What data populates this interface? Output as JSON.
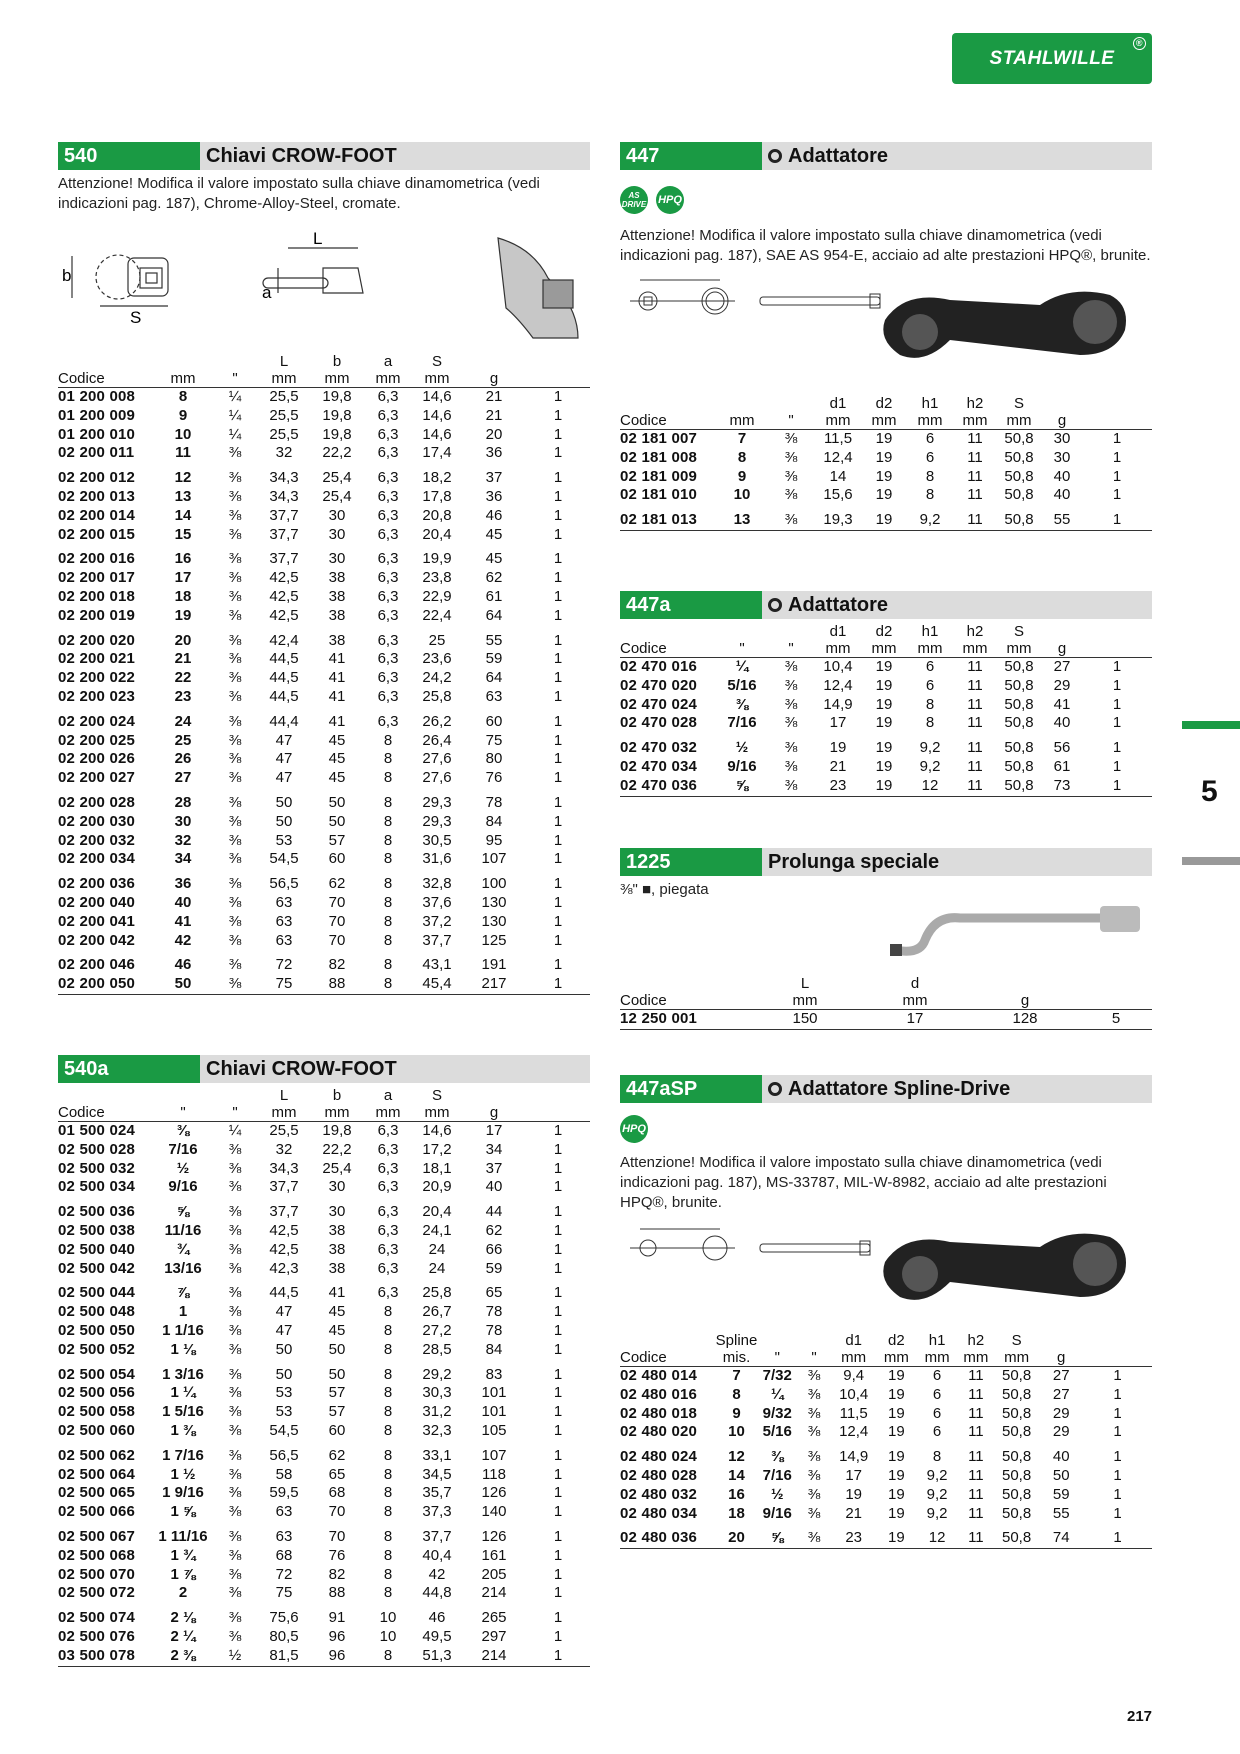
{
  "brand": "STAHLWILLE",
  "tab": "5",
  "page_number": "217",
  "s540": {
    "num": "540",
    "title": "Chiavi CROW-FOOT",
    "desc": "Attenzione! Modifica il valore impostato sulla chiave dinamometrica (vedi indicazioni pag. 187), Chrome-Alloy-Steel, cromate.",
    "diagram_labels": {
      "b": "b",
      "s": "S",
      "l": "L",
      "a": "a"
    },
    "head1": [
      "",
      "",
      "",
      "L",
      "b",
      "a",
      "S",
      "",
      ""
    ],
    "head2": [
      "Codice",
      "mm",
      "\"",
      "mm",
      "mm",
      "mm",
      "mm",
      "g",
      ""
    ],
    "rows": [
      [
        "01200008",
        "8",
        "¼",
        "25,5",
        "19,8",
        "6,3",
        "14,6",
        "21",
        "1"
      ],
      [
        "01200009",
        "9",
        "¼",
        "25,5",
        "19,8",
        "6,3",
        "14,6",
        "21",
        "1"
      ],
      [
        "01200010",
        "10",
        "¼",
        "25,5",
        "19,8",
        "6,3",
        "14,6",
        "20",
        "1"
      ],
      [
        "02200011",
        "11",
        "⅜",
        "32",
        "22,2",
        "6,3",
        "17,4",
        "36",
        "1"
      ],
      [
        "02200012",
        "12",
        "⅜",
        "34,3",
        "25,4",
        "6,3",
        "18,2",
        "37",
        "1"
      ],
      [
        "02200013",
        "13",
        "⅜",
        "34,3",
        "25,4",
        "6,3",
        "17,8",
        "36",
        "1"
      ],
      [
        "02200014",
        "14",
        "⅜",
        "37,7",
        "30",
        "6,3",
        "20,8",
        "46",
        "1"
      ],
      [
        "02200015",
        "15",
        "⅜",
        "37,7",
        "30",
        "6,3",
        "20,4",
        "45",
        "1"
      ],
      [
        "02200016",
        "16",
        "⅜",
        "37,7",
        "30",
        "6,3",
        "19,9",
        "45",
        "1"
      ],
      [
        "02200017",
        "17",
        "⅜",
        "42,5",
        "38",
        "6,3",
        "23,8",
        "62",
        "1"
      ],
      [
        "02200018",
        "18",
        "⅜",
        "42,5",
        "38",
        "6,3",
        "22,9",
        "61",
        "1"
      ],
      [
        "02200019",
        "19",
        "⅜",
        "42,5",
        "38",
        "6,3",
        "22,4",
        "64",
        "1"
      ],
      [
        "02200020",
        "20",
        "⅜",
        "42,4",
        "38",
        "6,3",
        "25",
        "55",
        "1"
      ],
      [
        "02200021",
        "21",
        "⅜",
        "44,5",
        "41",
        "6,3",
        "23,6",
        "59",
        "1"
      ],
      [
        "02200022",
        "22",
        "⅜",
        "44,5",
        "41",
        "6,3",
        "24,2",
        "64",
        "1"
      ],
      [
        "02200023",
        "23",
        "⅜",
        "44,5",
        "41",
        "6,3",
        "25,8",
        "63",
        "1"
      ],
      [
        "02200024",
        "24",
        "⅜",
        "44,4",
        "41",
        "6,3",
        "26,2",
        "60",
        "1"
      ],
      [
        "02200025",
        "25",
        "⅜",
        "47",
        "45",
        "8",
        "26,4",
        "75",
        "1"
      ],
      [
        "02200026",
        "26",
        "⅜",
        "47",
        "45",
        "8",
        "27,6",
        "80",
        "1"
      ],
      [
        "02200027",
        "27",
        "⅜",
        "47",
        "45",
        "8",
        "27,6",
        "76",
        "1"
      ],
      [
        "02200028",
        "28",
        "⅜",
        "50",
        "50",
        "8",
        "29,3",
        "78",
        "1"
      ],
      [
        "02200030",
        "30",
        "⅜",
        "50",
        "50",
        "8",
        "29,3",
        "84",
        "1"
      ],
      [
        "02200032",
        "32",
        "⅜",
        "53",
        "57",
        "8",
        "30,5",
        "95",
        "1"
      ],
      [
        "02200034",
        "34",
        "⅜",
        "54,5",
        "60",
        "8",
        "31,6",
        "107",
        "1"
      ],
      [
        "02200036",
        "36",
        "⅜",
        "56,5",
        "62",
        "8",
        "32,8",
        "100",
        "1"
      ],
      [
        "02200040",
        "40",
        "⅜",
        "63",
        "70",
        "8",
        "37,6",
        "130",
        "1"
      ],
      [
        "02200041",
        "41",
        "⅜",
        "63",
        "70",
        "8",
        "37,2",
        "130",
        "1"
      ],
      [
        "02200042",
        "42",
        "⅜",
        "63",
        "70",
        "8",
        "37,7",
        "125",
        "1"
      ],
      [
        "02200046",
        "46",
        "⅜",
        "72",
        "82",
        "8",
        "43,1",
        "191",
        "1"
      ],
      [
        "02200050",
        "50",
        "⅜",
        "75",
        "88",
        "8",
        "45,4",
        "217",
        "1"
      ]
    ]
  },
  "s540a": {
    "num": "540a",
    "title": "Chiavi CROW-FOOT",
    "head1": [
      "",
      "",
      "",
      "L",
      "b",
      "a",
      "S",
      "",
      ""
    ],
    "head2": [
      "Codice",
      "\"",
      "\"",
      "mm",
      "mm",
      "mm",
      "mm",
      "g",
      ""
    ],
    "rows": [
      [
        "01500024",
        "⅜",
        "¼",
        "25,5",
        "19,8",
        "6,3",
        "14,6",
        "17",
        "1"
      ],
      [
        "02500028",
        "7/16",
        "⅜",
        "32",
        "22,2",
        "6,3",
        "17,2",
        "34",
        "1"
      ],
      [
        "02500032",
        "½",
        "⅜",
        "34,3",
        "25,4",
        "6,3",
        "18,1",
        "37",
        "1"
      ],
      [
        "02500034",
        "9/16",
        "⅜",
        "37,7",
        "30",
        "6,3",
        "20,9",
        "40",
        "1"
      ],
      [
        "02500036",
        "⅝",
        "⅜",
        "37,7",
        "30",
        "6,3",
        "20,4",
        "44",
        "1"
      ],
      [
        "02500038",
        "11/16",
        "⅜",
        "42,5",
        "38",
        "6,3",
        "24,1",
        "62",
        "1"
      ],
      [
        "02500040",
        "¾",
        "⅜",
        "42,5",
        "38",
        "6,3",
        "24",
        "66",
        "1"
      ],
      [
        "02500042",
        "13/16",
        "⅜",
        "42,3",
        "38",
        "6,3",
        "24",
        "59",
        "1"
      ],
      [
        "02500044",
        "⅞",
        "⅜",
        "44,5",
        "41",
        "6,3",
        "25,8",
        "65",
        "1"
      ],
      [
        "02500048",
        "1",
        "⅜",
        "47",
        "45",
        "8",
        "26,7",
        "78",
        "1"
      ],
      [
        "02500050",
        "1 1/16",
        "⅜",
        "47",
        "45",
        "8",
        "27,2",
        "78",
        "1"
      ],
      [
        "02500052",
        "1 ⅛",
        "⅜",
        "50",
        "50",
        "8",
        "28,5",
        "84",
        "1"
      ],
      [
        "02500054",
        "1 3/16",
        "⅜",
        "50",
        "50",
        "8",
        "29,2",
        "83",
        "1"
      ],
      [
        "02500056",
        "1 ¼",
        "⅜",
        "53",
        "57",
        "8",
        "30,3",
        "101",
        "1"
      ],
      [
        "02500058",
        "1 5/16",
        "⅜",
        "53",
        "57",
        "8",
        "31,2",
        "101",
        "1"
      ],
      [
        "02500060",
        "1 ⅜",
        "⅜",
        "54,5",
        "60",
        "8",
        "32,3",
        "105",
        "1"
      ],
      [
        "02500062",
        "1 7/16",
        "⅜",
        "56,5",
        "62",
        "8",
        "33,1",
        "107",
        "1"
      ],
      [
        "02500064",
        "1 ½",
        "⅜",
        "58",
        "65",
        "8",
        "34,5",
        "118",
        "1"
      ],
      [
        "02500065",
        "1 9/16",
        "⅜",
        "59,5",
        "68",
        "8",
        "35,7",
        "126",
        "1"
      ],
      [
        "02500066",
        "1 ⅝",
        "⅜",
        "63",
        "70",
        "8",
        "37,3",
        "140",
        "1"
      ],
      [
        "02500067",
        "1 11/16",
        "⅜",
        "63",
        "70",
        "8",
        "37,7",
        "126",
        "1"
      ],
      [
        "02500068",
        "1 ¾",
        "⅜",
        "68",
        "76",
        "8",
        "40,4",
        "161",
        "1"
      ],
      [
        "02500070",
        "1 ⅞",
        "⅜",
        "72",
        "82",
        "8",
        "42",
        "205",
        "1"
      ],
      [
        "02500072",
        "2",
        "⅜",
        "75",
        "88",
        "8",
        "44,8",
        "214",
        "1"
      ],
      [
        "02500074",
        "2 ⅛",
        "⅜",
        "75,6",
        "91",
        "10",
        "46",
        "265",
        "1"
      ],
      [
        "02500076",
        "2 ¼",
        "⅜",
        "80,5",
        "96",
        "10",
        "49,5",
        "297",
        "1"
      ],
      [
        "03500078",
        "2 ⅜",
        "½",
        "81,5",
        "96",
        "8",
        "51,3",
        "214",
        "1"
      ]
    ]
  },
  "s447": {
    "num": "447",
    "title": "Adattatore",
    "badges": [
      "AS DRIVE",
      "HPQ"
    ],
    "desc": "Attenzione! Modifica il valore impostato sulla chiave dinamometrica (vedi indicazioni pag. 187), SAE AS 954-E, acciaio ad alte prestazioni HPQ®, brunite.",
    "head1": [
      "",
      "",
      "",
      "d1",
      "d2",
      "h1",
      "h2",
      "S",
      "",
      ""
    ],
    "head2": [
      "Codice",
      "mm",
      "\"",
      "mm",
      "mm",
      "mm",
      "mm",
      "mm",
      "g",
      ""
    ],
    "rows": [
      [
        "02181007",
        "7",
        "⅜",
        "11,5",
        "19",
        "6",
        "11",
        "50,8",
        "30",
        "1"
      ],
      [
        "02181008",
        "8",
        "⅜",
        "12,4",
        "19",
        "6",
        "11",
        "50,8",
        "30",
        "1"
      ],
      [
        "02181009",
        "9",
        "⅜",
        "14",
        "19",
        "8",
        "11",
        "50,8",
        "40",
        "1"
      ],
      [
        "02181010",
        "10",
        "⅜",
        "15,6",
        "19",
        "8",
        "11",
        "50,8",
        "40",
        "1"
      ],
      [
        "02181013",
        "13",
        "⅜",
        "19,3",
        "19",
        "9,2",
        "11",
        "50,8",
        "55",
        "1"
      ]
    ]
  },
  "s447a": {
    "num": "447a",
    "title": "Adattatore",
    "head1": [
      "",
      "",
      "",
      "d1",
      "d2",
      "h1",
      "h2",
      "S",
      "",
      ""
    ],
    "head2": [
      "Codice",
      "\"",
      "\"",
      "mm",
      "mm",
      "mm",
      "mm",
      "mm",
      "g",
      ""
    ],
    "rows": [
      [
        "02470016",
        "¼",
        "⅜",
        "10,4",
        "19",
        "6",
        "11",
        "50,8",
        "27",
        "1"
      ],
      [
        "02470020",
        "5/16",
        "⅜",
        "12,4",
        "19",
        "6",
        "11",
        "50,8",
        "29",
        "1"
      ],
      [
        "02470024",
        "⅜",
        "⅜",
        "14,9",
        "19",
        "8",
        "11",
        "50,8",
        "41",
        "1"
      ],
      [
        "02470028",
        "7/16",
        "⅜",
        "17",
        "19",
        "8",
        "11",
        "50,8",
        "40",
        "1"
      ],
      [
        "02470032",
        "½",
        "⅜",
        "19",
        "19",
        "9,2",
        "11",
        "50,8",
        "56",
        "1"
      ],
      [
        "02470034",
        "9/16",
        "⅜",
        "21",
        "19",
        "9,2",
        "11",
        "50,8",
        "61",
        "1"
      ],
      [
        "02470036",
        "⅝",
        "⅜",
        "23",
        "19",
        "12",
        "11",
        "50,8",
        "73",
        "1"
      ]
    ]
  },
  "s1225": {
    "num": "1225",
    "title": "Prolunga speciale",
    "desc": "⅜\" ■, piegata",
    "head1": [
      "",
      "L",
      "d",
      "",
      ""
    ],
    "head2": [
      "Codice",
      "mm",
      "mm",
      "g",
      ""
    ],
    "rows": [
      [
        "12250001",
        "150",
        "17",
        "128",
        "5"
      ]
    ]
  },
  "s447asp": {
    "num": "447aSP",
    "title": "Adattatore Spline-Drive",
    "badges": [
      "HPQ"
    ],
    "desc": "Attenzione! Modifica il valore impostato sulla chiave dinamometrica (vedi indicazioni pag. 187), MS-33787, MIL-W-8982, acciaio ad alte prestazioni HPQ®, brunite.",
    "head1": [
      "",
      "Spline",
      "",
      "",
      "d1",
      "d2",
      "h1",
      "h2",
      "S",
      "",
      ""
    ],
    "head2": [
      "Codice",
      "mis.",
      "\"",
      "\"",
      "mm",
      "mm",
      "mm",
      "mm",
      "mm",
      "g",
      ""
    ],
    "rows": [
      [
        "02480014",
        "7",
        "7/32",
        "⅜",
        "9,4",
        "19",
        "6",
        "11",
        "50,8",
        "27",
        "1"
      ],
      [
        "02480016",
        "8",
        "¼",
        "⅜",
        "10,4",
        "19",
        "6",
        "11",
        "50,8",
        "27",
        "1"
      ],
      [
        "02480018",
        "9",
        "9/32",
        "⅜",
        "11,5",
        "19",
        "6",
        "11",
        "50,8",
        "29",
        "1"
      ],
      [
        "02480020",
        "10",
        "5/16",
        "⅜",
        "12,4",
        "19",
        "6",
        "11",
        "50,8",
        "29",
        "1"
      ],
      [
        "02480024",
        "12",
        "⅜",
        "⅜",
        "14,9",
        "19",
        "8",
        "11",
        "50,8",
        "40",
        "1"
      ],
      [
        "02480028",
        "14",
        "7/16",
        "⅜",
        "17",
        "19",
        "9,2",
        "11",
        "50,8",
        "50",
        "1"
      ],
      [
        "02480032",
        "16",
        "½",
        "⅜",
        "19",
        "19",
        "9,2",
        "11",
        "50,8",
        "59",
        "1"
      ],
      [
        "02480034",
        "18",
        "9/16",
        "⅜",
        "21",
        "19",
        "9,2",
        "11",
        "50,8",
        "55",
        "1"
      ],
      [
        "02480036",
        "20",
        "⅝",
        "⅜",
        "23",
        "19",
        "12",
        "11",
        "50,8",
        "74",
        "1"
      ]
    ]
  }
}
